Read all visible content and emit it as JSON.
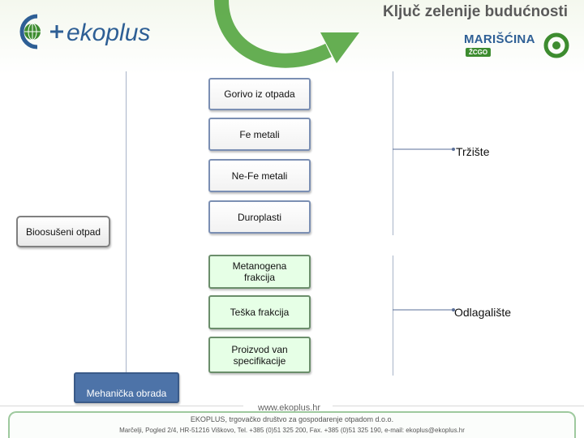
{
  "header": {
    "title": "Ključ zelenije budućnosti",
    "logo_text": "ekoplus",
    "brand_name": "MARIŠĆINA",
    "brand_sub": "ŽCGO",
    "accent_green": "#3d8c2f",
    "brand_blue": "#2e5f95"
  },
  "diagram": {
    "inputs": {
      "bio": "Bioosušeni otpad",
      "mech": "Mehanička obrada"
    },
    "fractions": [
      "Gorivo iz otpada",
      "Fe metali",
      "Ne-Fe metali",
      "Duroplasti",
      "Metanogena frakcija",
      "Teška frakcija",
      "Proizvod van specifikacije"
    ],
    "destinations": {
      "market": "Tržište",
      "landfill": "Odlagalište"
    }
  },
  "footer": {
    "website": "www.ekoplus.hr",
    "company": "EKOPLUS, trgovačko društvo za gospodarenje otpadom d.o.o.",
    "address": "Marčelji, Pogled 2/4, HR-51216 Viškovo, Tel. +385 (0)51 325 200, Fax. +385 (0)51 325 190, e-mail: ekoplus@ekoplus.hr"
  }
}
